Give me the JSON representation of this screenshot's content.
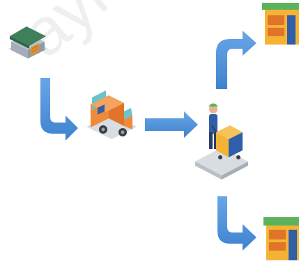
{
  "diagram": {
    "nodes": [
      {
        "id": "warehouse",
        "icon": "warehouse-icon"
      },
      {
        "id": "delivery-van",
        "icon": "delivery-van-icon"
      },
      {
        "id": "worker-with-cart",
        "icon": "worker-cart-icon"
      },
      {
        "id": "store-top",
        "icon": "store-icon"
      },
      {
        "id": "store-bottom",
        "icon": "store-icon"
      }
    ],
    "edges": [
      {
        "from": "warehouse",
        "to": "delivery-van"
      },
      {
        "from": "delivery-van",
        "to": "worker-with-cart"
      },
      {
        "from": "worker-with-cart",
        "to": "store-top"
      },
      {
        "from": "worker-with-cart",
        "to": "store-bottom"
      }
    ],
    "watermark_text": "ayi Od"
  },
  "colors": {
    "arrow": "#4a8fd9",
    "arrow_dark": "#2f6fb8",
    "roof_green": "#5db35b",
    "store_yellow": "#f5b335",
    "van_orange": "#ef8a3a",
    "van_teal": "#6cc3c8",
    "cart_blue": "#2e5fa8",
    "base_gray": "#d9dde2"
  }
}
